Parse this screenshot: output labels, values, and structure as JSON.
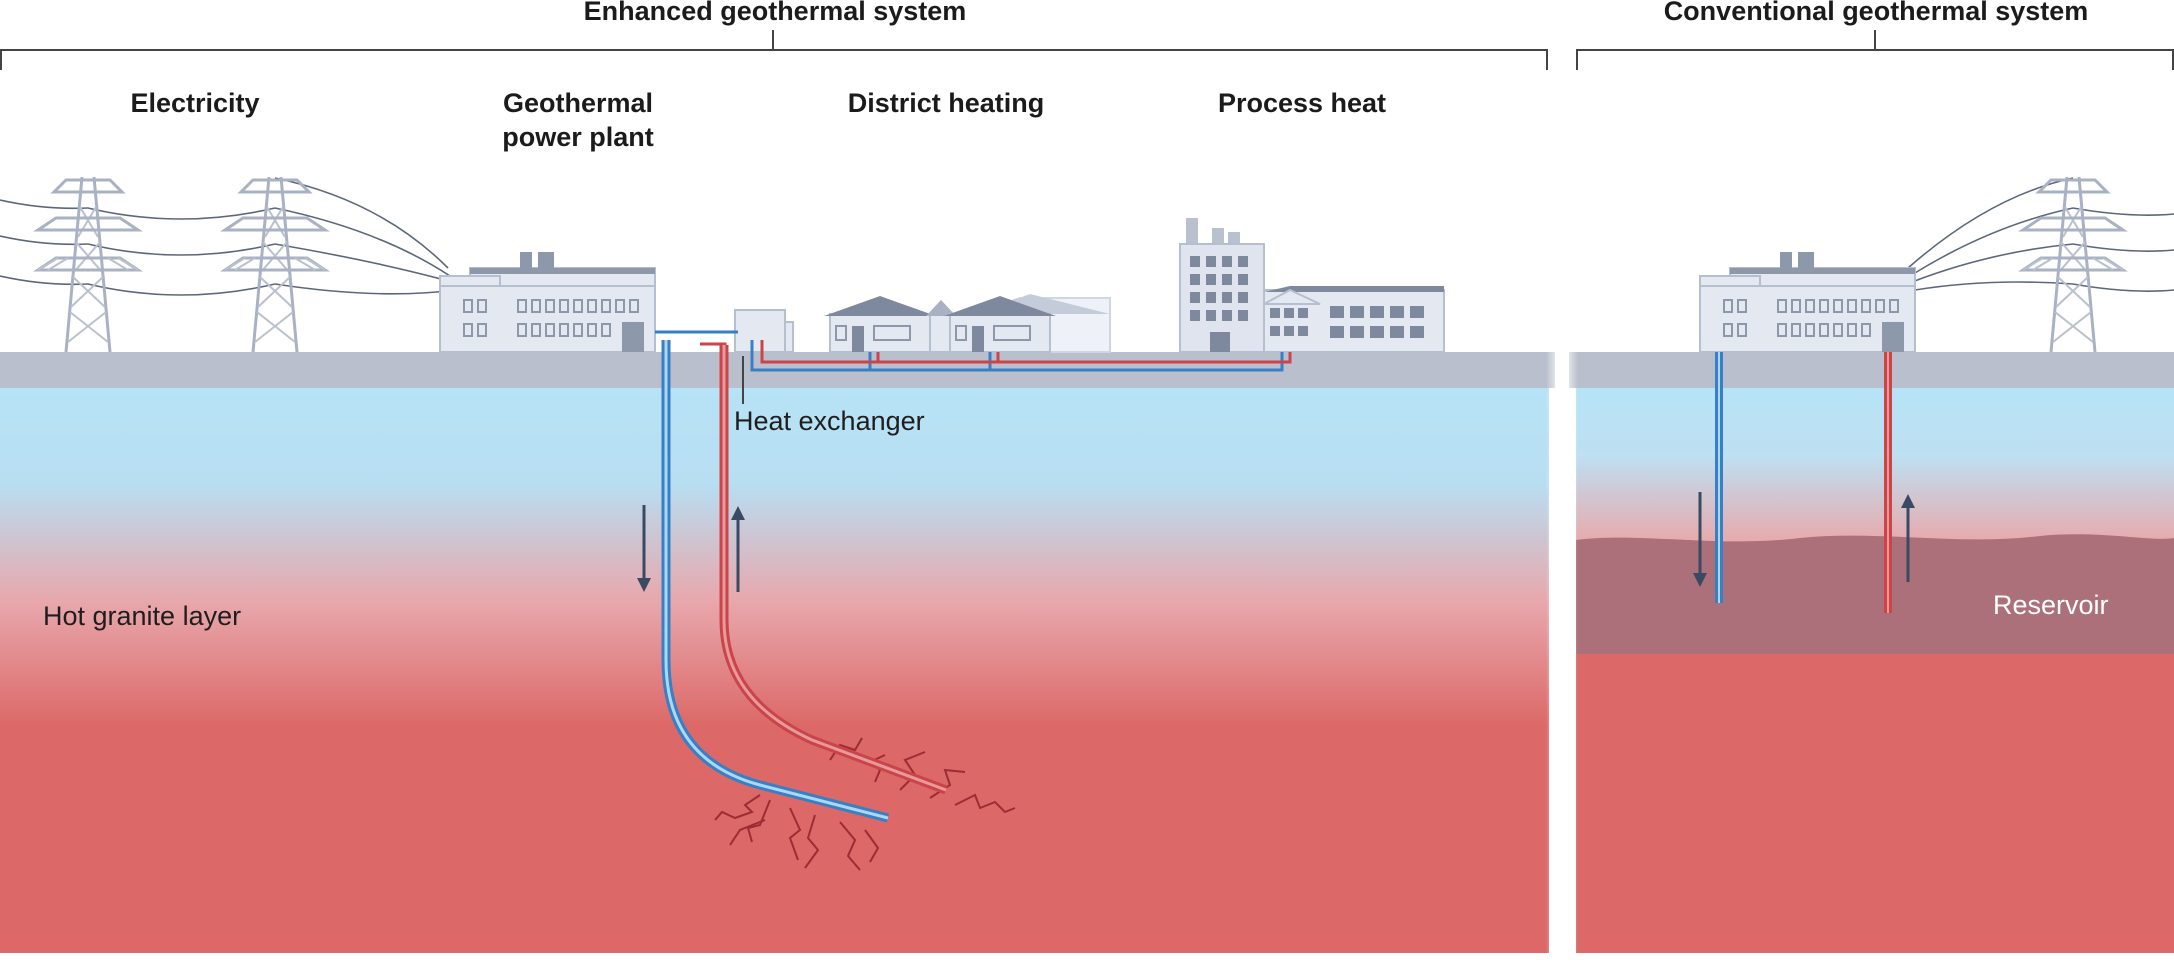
{
  "headers": {
    "enhanced": "Enhanced geothermal system",
    "conventional": "Conventional geothermal system"
  },
  "sections": {
    "electricity": "Electricity",
    "power_plant_line1": "Geothermal",
    "power_plant_line2": "power plant",
    "district_heating": "District heating",
    "process_heat": "Process heat"
  },
  "labels": {
    "heat_exchanger": "Heat exchanger",
    "hot_granite": "Hot granite layer",
    "reservoir": "Reservoir"
  },
  "colors": {
    "cold_pipe": "#3a7fc4",
    "hot_pipe": "#c9454a",
    "ground": "#b9bfcc",
    "upper_rock": "#b7e3f6",
    "hot_rock": "#dc6867",
    "reservoir": "#ab7079",
    "building": "#e3e8f1",
    "building_dark": "#8e98ab",
    "arrow": "#3a4a63"
  }
}
